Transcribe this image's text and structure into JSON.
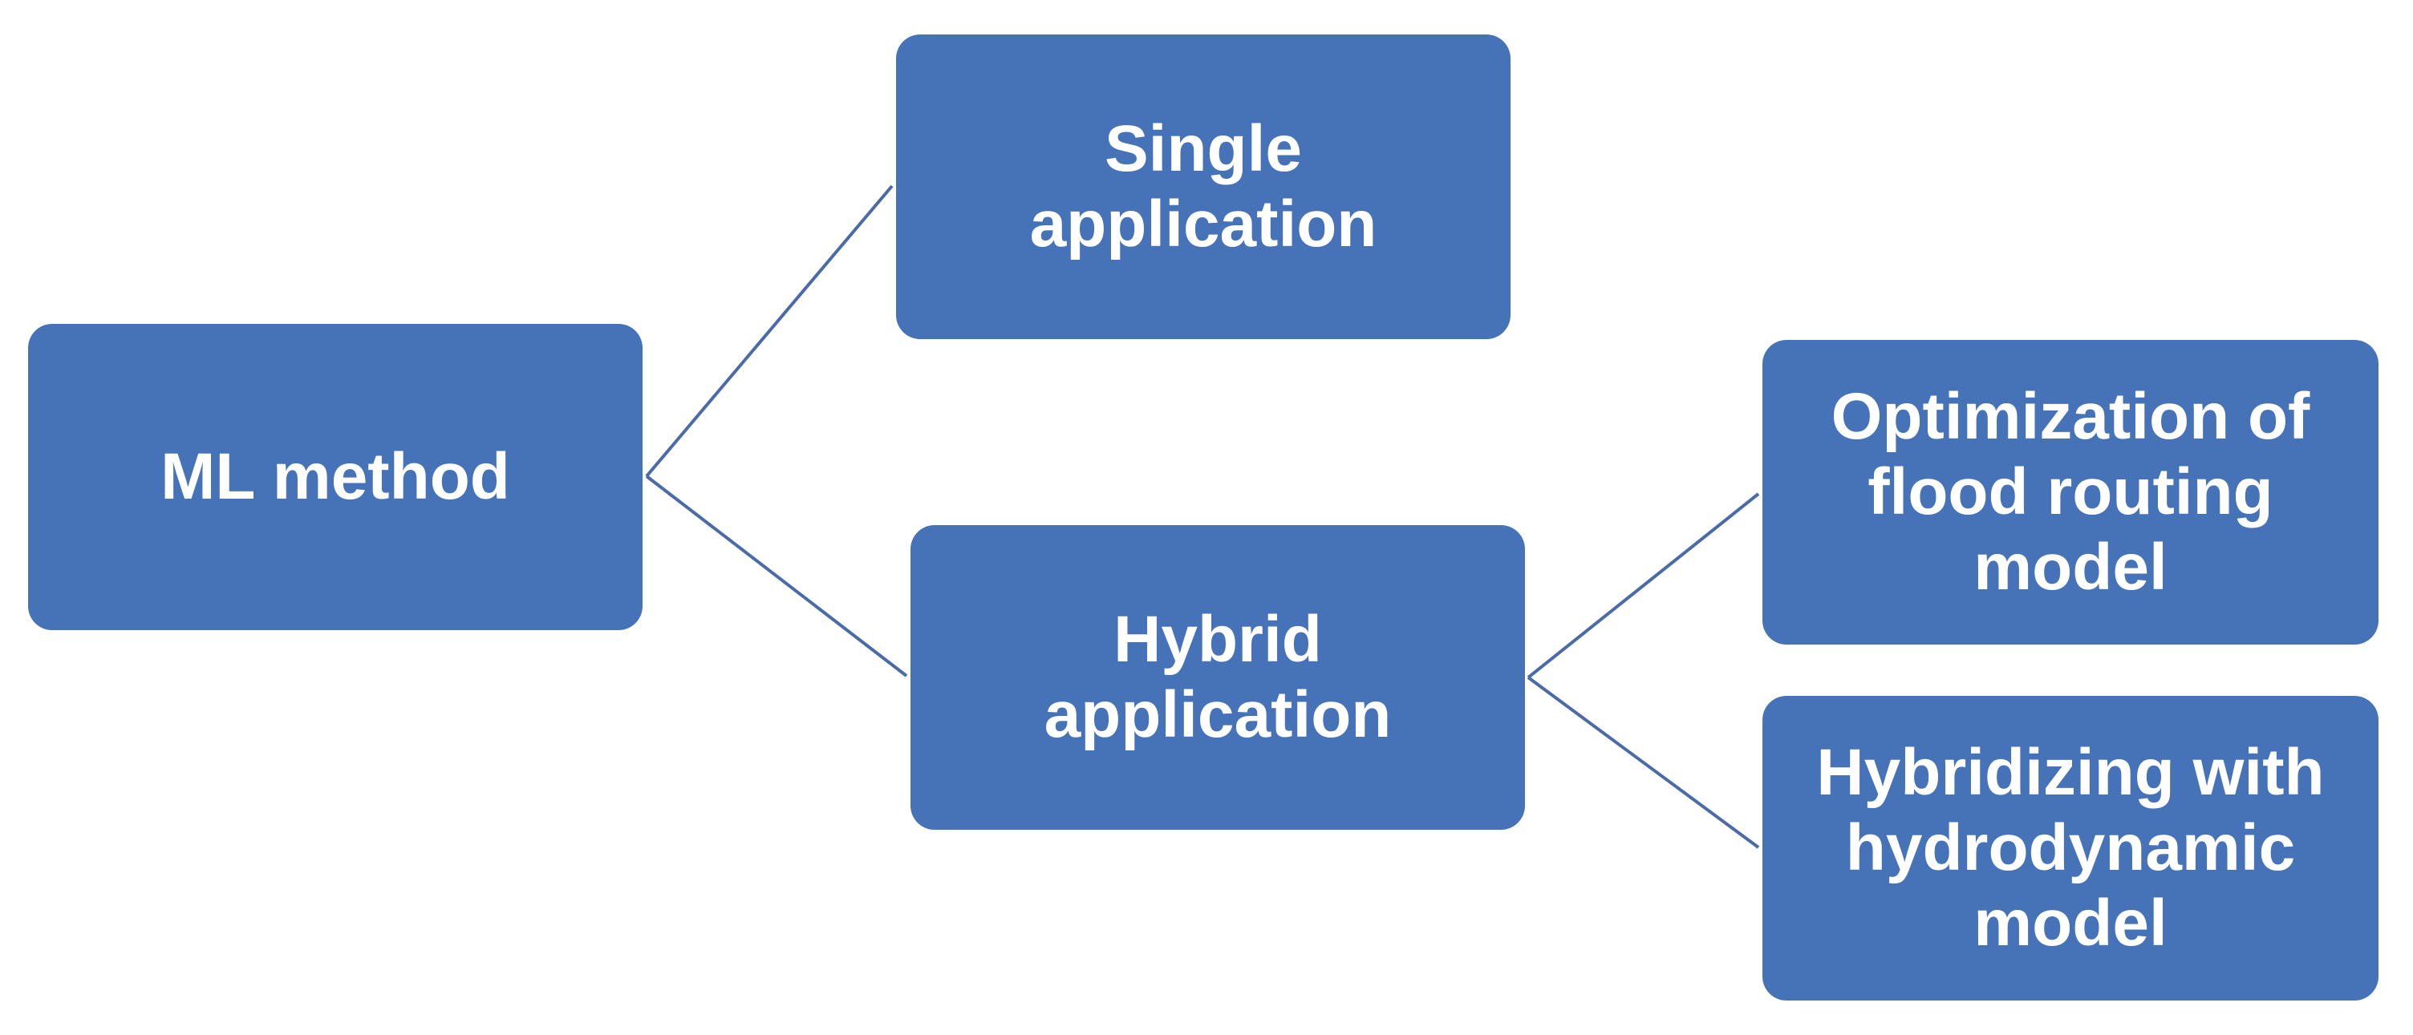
{
  "diagram": {
    "colors": {
      "node_fill": "#4672b8",
      "node_text": "#ffffff",
      "connector": "#4a6aa8"
    },
    "nodes": {
      "ml_method": {
        "label": "ML method"
      },
      "single_application": {
        "label": "Single\napplication"
      },
      "hybrid_application": {
        "label": "Hybrid\napplication"
      },
      "optimization": {
        "label": "Optimization of\nflood routing\nmodel"
      },
      "hybridizing": {
        "label": "Hybridizing with\nhydrodynamic\nmodel"
      }
    },
    "edges": [
      {
        "from": "ml_method",
        "to": "single_application"
      },
      {
        "from": "ml_method",
        "to": "hybrid_application"
      },
      {
        "from": "hybrid_application",
        "to": "optimization"
      },
      {
        "from": "hybrid_application",
        "to": "hybridizing"
      }
    ]
  }
}
